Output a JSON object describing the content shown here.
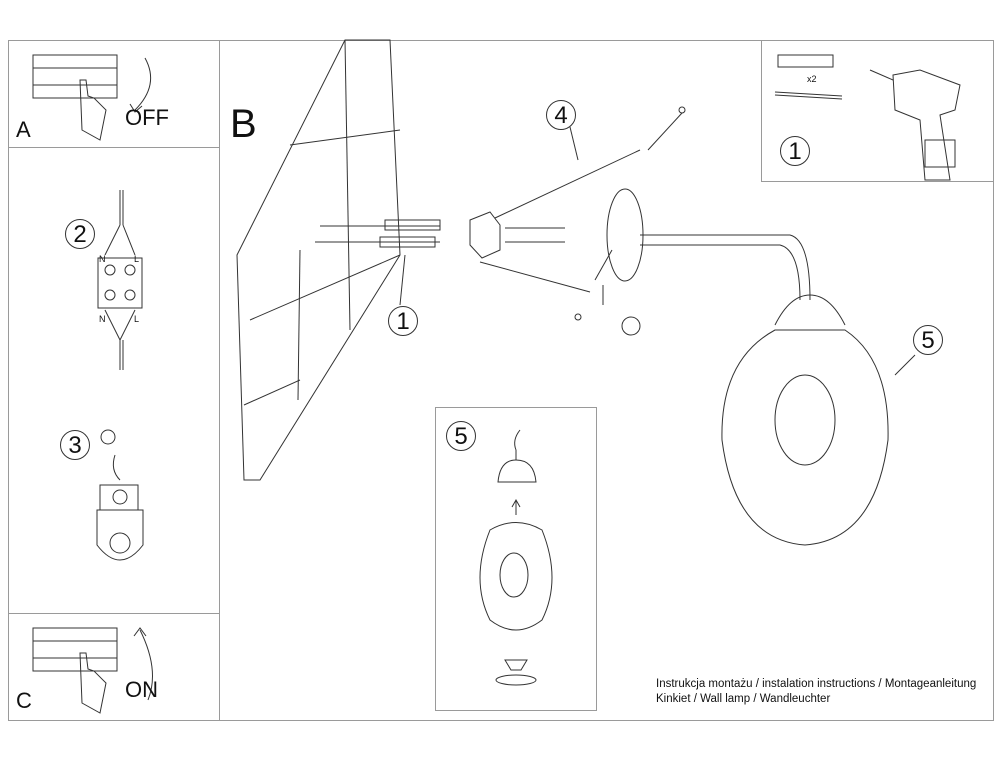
{
  "panels": {
    "a": {
      "letter": "A",
      "action": "OFF"
    },
    "b": {
      "letter": "B"
    },
    "c": {
      "letter": "C",
      "action": "ON"
    }
  },
  "steps": {
    "tools": {
      "number": "1",
      "quantity": "x2"
    },
    "wiring": {
      "number": "2",
      "neutral": "N",
      "live": "L"
    },
    "ground": {
      "number": "3"
    },
    "mount_dowel": {
      "number": "1"
    },
    "mount_bracket": {
      "number": "4"
    },
    "lamp": {
      "number": "5"
    },
    "shade_inset": {
      "number": "5"
    }
  },
  "footer": {
    "line1": "Instrukcja montażu / instalation instructions / Montageanleitung",
    "line2": "Kinkiet / Wall lamp / Wandleuchter"
  }
}
